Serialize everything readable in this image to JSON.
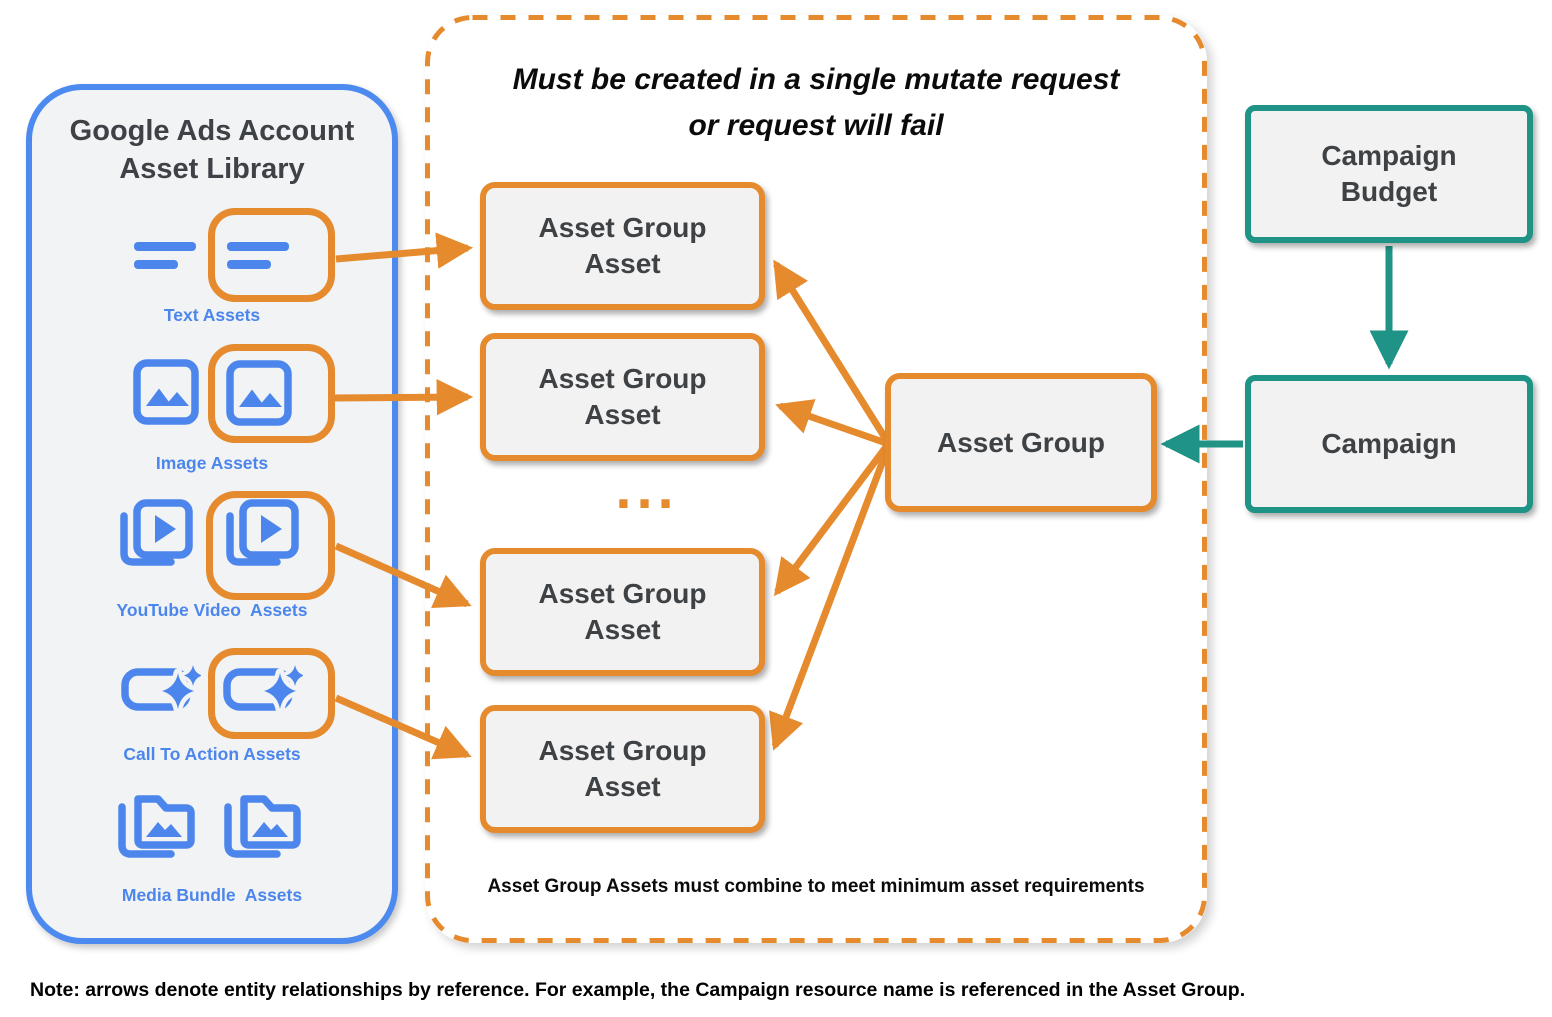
{
  "colors": {
    "blue": "#4C86EC",
    "orange": "#E68A2E",
    "teal": "#1F9386",
    "panel_fill": "#F1F3F4",
    "box_fill": "#F2F2F2",
    "text_dark": "#3F4245"
  },
  "library": {
    "title_line1": "Google Ads Account",
    "title_line2": "Asset Library",
    "rows": [
      {
        "icon": "text-asset-icon",
        "label": "Text Assets",
        "highlighted": true
      },
      {
        "icon": "image-asset-icon",
        "label": "Image Assets",
        "highlighted": true
      },
      {
        "icon": "youtube-video-asset-icon",
        "label": "YouTube Video  Assets",
        "highlighted": true
      },
      {
        "icon": "call-to-action-asset-icon",
        "label": "Call To Action Assets",
        "highlighted": true
      },
      {
        "icon": "media-bundle-asset-icon",
        "label": "Media Bundle  Assets",
        "highlighted": false
      }
    ]
  },
  "mutate_box": {
    "title_line1": "Must be created in a single mutate request",
    "title_line2": "or request will fail",
    "boxes": [
      {
        "label": "Asset Group\nAsset"
      },
      {
        "label": "Asset Group\nAsset"
      },
      {
        "label": "Asset Group\nAsset"
      },
      {
        "label": "Asset Group\nAsset"
      }
    ],
    "ellipsis": "...",
    "footnote": "Asset Group Assets must combine to meet minimum asset requirements"
  },
  "entities": {
    "asset_group": {
      "label": "Asset Group"
    },
    "campaign_budget": {
      "label": "Campaign\nBudget"
    },
    "campaign": {
      "label": "Campaign"
    }
  },
  "note": {
    "text": "Note: arrows denote entity relationships by reference. For example, the Campaign resource name is referenced in the Asset Group."
  }
}
